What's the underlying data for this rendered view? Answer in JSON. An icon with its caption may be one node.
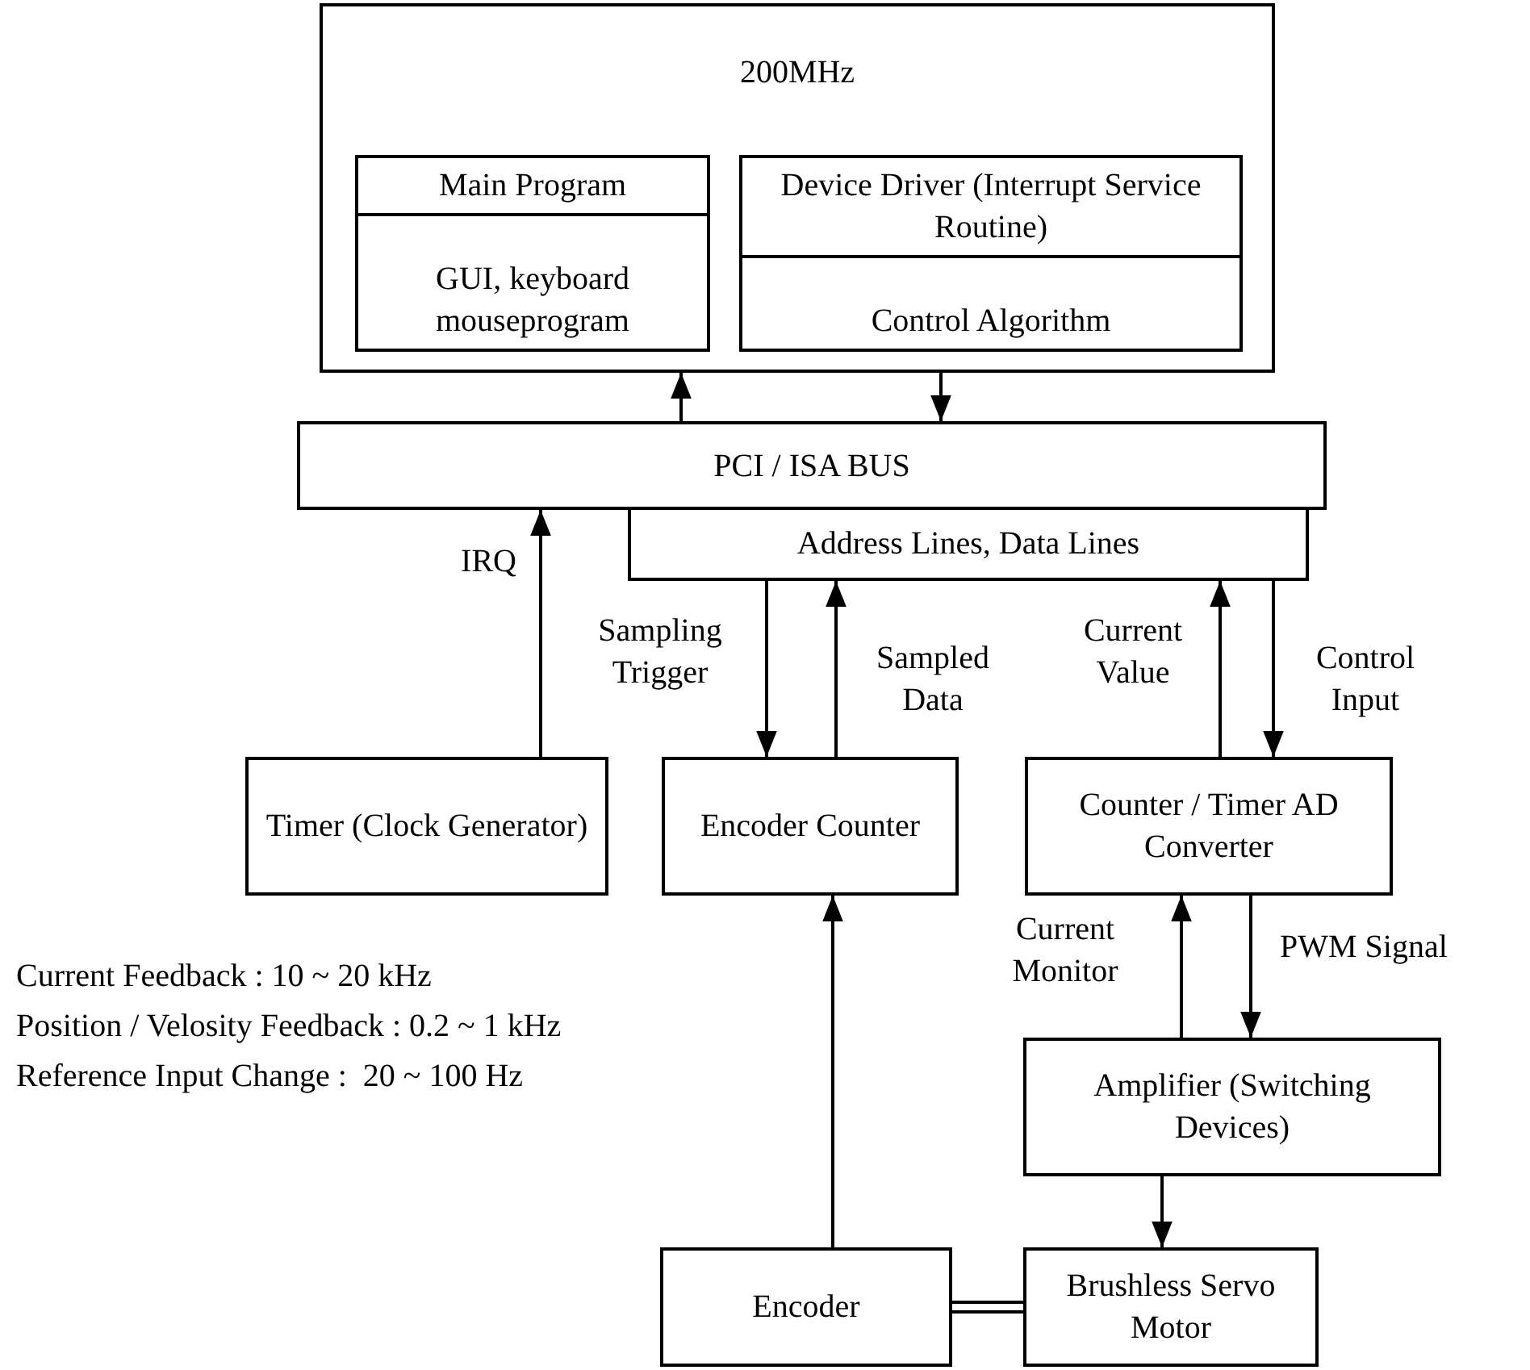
{
  "diagram": {
    "nodes": [
      {
        "text": [
          "200MHz"
        ]
      },
      {
        "text": [
          "Main Program",
          "GUI, keyboard mouseprogram"
        ],
        "in": 0
      },
      {
        "text": [
          "Device Driver (Interrupt Service Routine)",
          "Control Algorithm"
        ],
        "in": 0
      },
      {
        "text": [
          "PCI / ISA BUS"
        ]
      },
      {
        "text": [
          "Address Lines, Data Lines"
        ]
      },
      {
        "text": [
          "Timer (Clock Generator)"
        ]
      },
      {
        "text": [
          "Encoder Counter"
        ]
      },
      {
        "text": [
          "Counter / Timer AD Converter"
        ]
      },
      {
        "text": [
          "Amplifier (Switching Devices)"
        ]
      },
      {
        "text": [
          "Encoder"
        ]
      },
      {
        "text": [
          "Brushless Servo Motor"
        ]
      }
    ],
    "edges": [
      {
        "from": 3,
        "to": 0,
        "arrow": "to"
      },
      {
        "from": 0,
        "to": 3,
        "arrow": "to"
      },
      {
        "from": 5,
        "to": 3,
        "arrow": "to",
        "label": "IRQ"
      },
      {
        "from": 4,
        "to": 6,
        "arrow": "to",
        "label": "Sampling Trigger"
      },
      {
        "from": 6,
        "to": 4,
        "arrow": "to",
        "label": "Sampled Data"
      },
      {
        "from": 7,
        "to": 4,
        "arrow": "to",
        "label": "Current Value"
      },
      {
        "from": 4,
        "to": 7,
        "arrow": "to",
        "label": "Control Input"
      },
      {
        "from": 8,
        "to": 7,
        "arrow": "to",
        "label": "Current Monitor"
      },
      {
        "from": 7,
        "to": 8,
        "arrow": "to",
        "label": "PWM Signal"
      },
      {
        "from": 8,
        "to": 10,
        "arrow": "to"
      },
      {
        "from": 9,
        "to": 6,
        "arrow": "to"
      },
      {
        "from": 9,
        "to": 10,
        "arrow": "none"
      }
    ],
    "labels": [
      "Current Feedback : 10 ~ 20 kHz",
      "Position / Velosity Feedback : 0.2 ~ 1 kHz",
      "Reference Input Change :  20 ~ 100 Hz"
    ]
  }
}
